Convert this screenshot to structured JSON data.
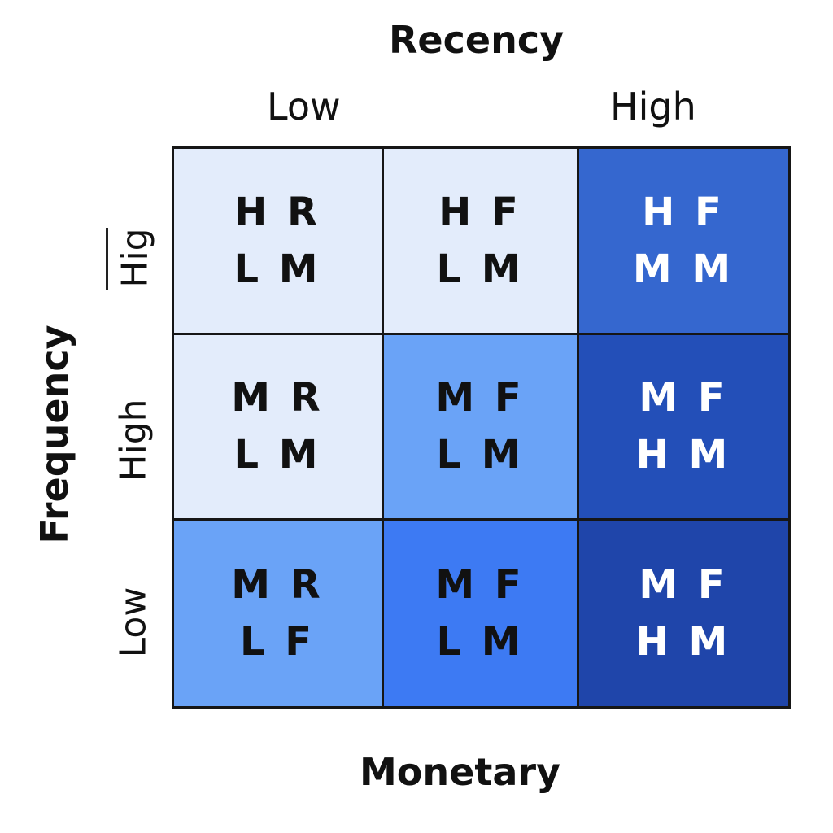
{
  "title_top": "Recency",
  "title_bottom": "Monetary",
  "title_left": "Frequency",
  "column_labels": [
    "Low",
    "High"
  ],
  "row_labels": [
    "Hig",
    "High",
    "Low"
  ],
  "colors": {
    "lightest": "#e3ecfb",
    "light": "#6aa3f7",
    "mid": "#3d7af3",
    "dark": "#3567cf",
    "darker": "#234fb8",
    "darkest": "#1f45aa",
    "text_dark": "#111111",
    "text_light": "#ffffff"
  },
  "cells": [
    {
      "line1": "H R",
      "line2": "L M",
      "bg": "#e3ecfb",
      "fg": "#111111"
    },
    {
      "line1": "H F",
      "line2": "L M",
      "bg": "#e3ecfb",
      "fg": "#111111"
    },
    {
      "line1": "H F",
      "line2": "M M",
      "bg": "#3567cf",
      "fg": "#ffffff"
    },
    {
      "line1": "M R",
      "line2": "L M",
      "bg": "#e3ecfb",
      "fg": "#111111"
    },
    {
      "line1": "M F",
      "line2": "L M",
      "bg": "#6aa3f7",
      "fg": "#111111"
    },
    {
      "line1": "M F",
      "line2": "H M",
      "bg": "#234fb8",
      "fg": "#ffffff"
    },
    {
      "line1": "M R",
      "line2": "L F",
      "bg": "#6aa3f7",
      "fg": "#111111"
    },
    {
      "line1": "M F",
      "line2": "L M",
      "bg": "#3d7af3",
      "fg": "#111111"
    },
    {
      "line1": "M F",
      "line2": "H M",
      "bg": "#1f45aa",
      "fg": "#ffffff"
    }
  ]
}
